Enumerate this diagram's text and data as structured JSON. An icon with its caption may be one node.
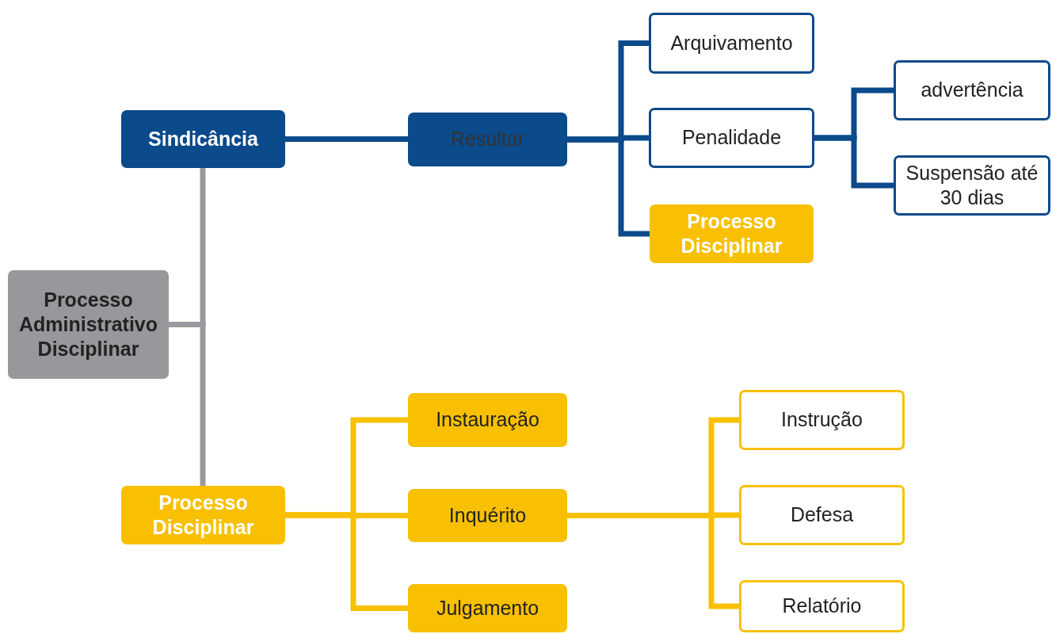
{
  "diagram": {
    "nodes": [
      {
        "text": [
          "Processo Administrativo Disciplinar"
        ]
      },
      {
        "text": [
          "Sindicância"
        ]
      },
      {
        "text": [
          "Resultar"
        ]
      },
      {
        "text": [
          "Arquivamento"
        ]
      },
      {
        "text": [
          "Penalidade"
        ]
      },
      {
        "text": [
          "Processo Disciplinar"
        ]
      },
      {
        "text": [
          "advertência"
        ]
      },
      {
        "text": [
          "Suspensão até 30 dias"
        ]
      },
      {
        "text": [
          "Processo Disciplinar"
        ]
      },
      {
        "text": [
          "Instauração"
        ]
      },
      {
        "text": [
          "Inquérito"
        ]
      },
      {
        "text": [
          "Julgamento"
        ]
      },
      {
        "text": [
          "Instrução"
        ]
      },
      {
        "text": [
          "Defesa"
        ]
      },
      {
        "text": [
          "Relatório"
        ]
      }
    ],
    "edges": [
      {
        "from": 0,
        "to": 1,
        "arrow": "none",
        "color": "#9a9a9e"
      },
      {
        "from": 0,
        "to": 8,
        "arrow": "none",
        "color": "#9a9a9e"
      },
      {
        "from": 1,
        "to": 2,
        "arrow": "none",
        "color": "#0b4a8b"
      },
      {
        "from": 2,
        "to": 3,
        "arrow": "none",
        "color": "#0b4a8b"
      },
      {
        "from": 2,
        "to": 4,
        "arrow": "none",
        "color": "#0b4a8b"
      },
      {
        "from": 2,
        "to": 5,
        "arrow": "none",
        "color": "#0b4a8b"
      },
      {
        "from": 4,
        "to": 6,
        "arrow": "none",
        "color": "#0b4a8b"
      },
      {
        "from": 4,
        "to": 7,
        "arrow": "none",
        "color": "#0b4a8b"
      },
      {
        "from": 8,
        "to": 9,
        "arrow": "none",
        "color": "#f8c000"
      },
      {
        "from": 8,
        "to": 10,
        "arrow": "none",
        "color": "#f8c000"
      },
      {
        "from": 8,
        "to": 11,
        "arrow": "none",
        "color": "#f8c000"
      },
      {
        "from": 10,
        "to": 12,
        "arrow": "none",
        "color": "#f8c000"
      },
      {
        "from": 10,
        "to": 13,
        "arrow": "none",
        "color": "#f8c000"
      },
      {
        "from": 10,
        "to": 14,
        "arrow": "none",
        "color": "#f8c000"
      }
    ]
  }
}
